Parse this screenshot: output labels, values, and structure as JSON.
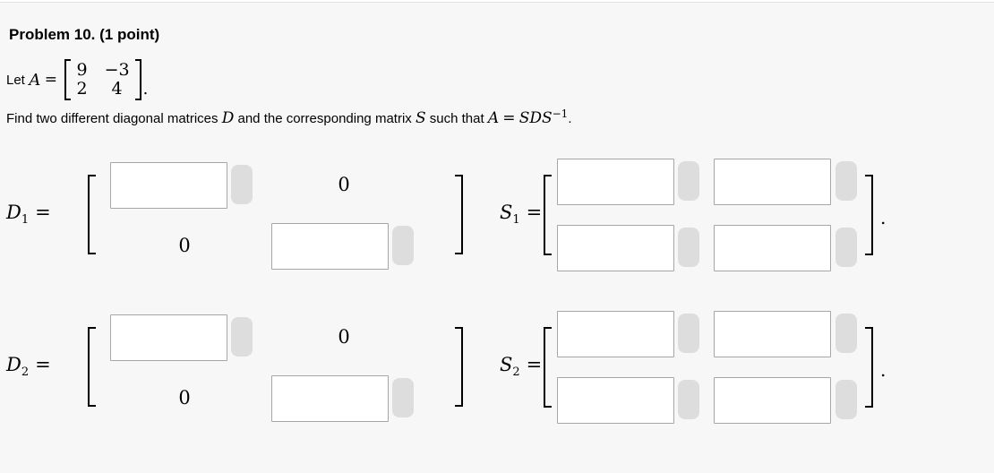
{
  "colors": {
    "background": "#f7f7f7",
    "input_border": "#a6a6a6",
    "preview_button": "#dddddd",
    "bracket": "#000000",
    "text": "#000000"
  },
  "header": {
    "title": "Problem 10.",
    "points": "(1 point)"
  },
  "problem": {
    "let_label": "Let",
    "matrix_a": {
      "name": "A",
      "eq": "=",
      "r1c1": "9",
      "r1c2": "−3",
      "r2c1": "2",
      "r2c2": "4",
      "period": "."
    },
    "find": {
      "t1": "Find two different diagonal matrices",
      "m1": "D",
      "t2": "and the corresponding matrix",
      "m2": "S",
      "t3": "such that",
      "a": "A",
      "eq": "=",
      "sds": "SDS",
      "sup": "−1",
      "end": "."
    }
  },
  "answers": {
    "d1": {
      "name": "D",
      "sub": "1",
      "eq": "=",
      "zeros": {
        "r1c2": "0",
        "r2c1": "0"
      },
      "inputs": {
        "r1c1": "",
        "r2c2": ""
      }
    },
    "s1": {
      "name": "S",
      "sub": "1",
      "eq": "=",
      "period": ".",
      "inputs": {
        "r1c1": "",
        "r1c2": "",
        "r2c1": "",
        "r2c2": ""
      }
    },
    "d2": {
      "name": "D",
      "sub": "2",
      "eq": "=",
      "zeros": {
        "r1c2": "0",
        "r2c1": "0"
      },
      "inputs": {
        "r1c1": "",
        "r2c2": ""
      }
    },
    "s2": {
      "name": "S",
      "sub": "2",
      "eq": "=",
      "period": ".",
      "inputs": {
        "r1c1": "",
        "r1c2": "",
        "r2c1": "",
        "r2c2": ""
      }
    }
  }
}
